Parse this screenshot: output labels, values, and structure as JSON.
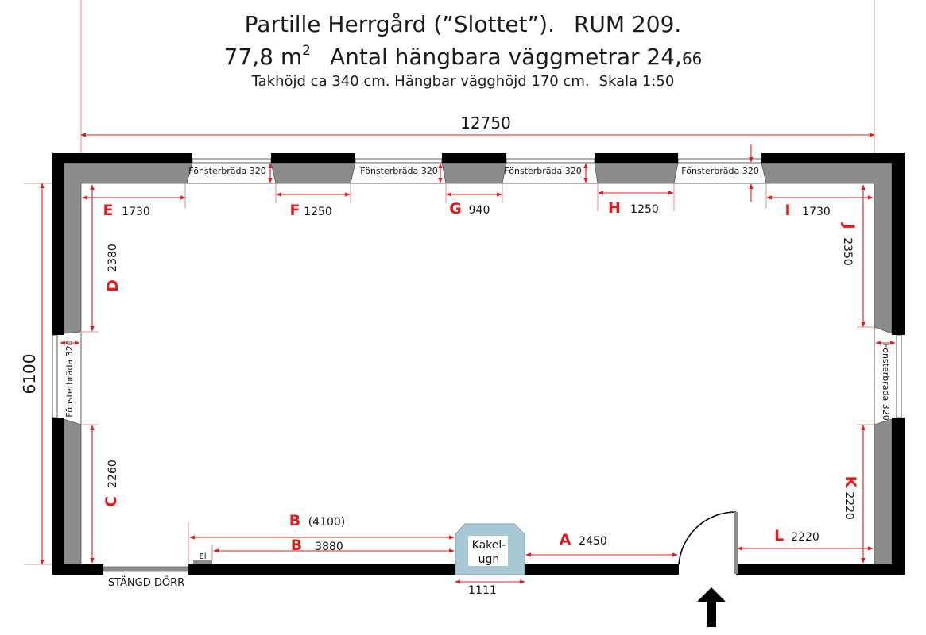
{
  "header": {
    "title_a": "Partille Herrgård (”Slottet”).",
    "title_b": "RUM  209.",
    "area_value": "77,8 m",
    "area_sup": "2",
    "wall_label": "Antal hängbara väggmetrar 24,",
    "wall_decimals": "66",
    "ceiling": "Takhöjd ca 340 cm. Hängbar vägghöjd 170 cm.",
    "scale": "Skala 1:50"
  },
  "dimensions": {
    "total_width": "12750",
    "total_height": "6100"
  },
  "walls": [
    {
      "id": "A",
      "value": "2450"
    },
    {
      "id": "B",
      "value": "(4100)"
    },
    {
      "id": "B",
      "value": "3880"
    },
    {
      "id": "C",
      "value": "2260"
    },
    {
      "id": "D",
      "value": "2380"
    },
    {
      "id": "E",
      "value": "1730"
    },
    {
      "id": "F",
      "value": "1250"
    },
    {
      "id": "G",
      "value": "940"
    },
    {
      "id": "H",
      "value": "1250"
    },
    {
      "id": "I",
      "value": "1730"
    },
    {
      "id": "J",
      "value": "2350"
    },
    {
      "id": "K",
      "value": "2220"
    },
    {
      "id": "L",
      "value": "2220"
    }
  ],
  "window_sill": "Fönsterbräda 320",
  "stove": {
    "line1": "Kakel-",
    "line2": "ugn",
    "width": "1111"
  },
  "closed_door": "STÄNGD DÖRR",
  "electric": "El",
  "colors": {
    "wall": "#000000",
    "reveal": "#8c8c8c",
    "stove": "#a9c8d6",
    "dimension": "#e01b1b"
  }
}
